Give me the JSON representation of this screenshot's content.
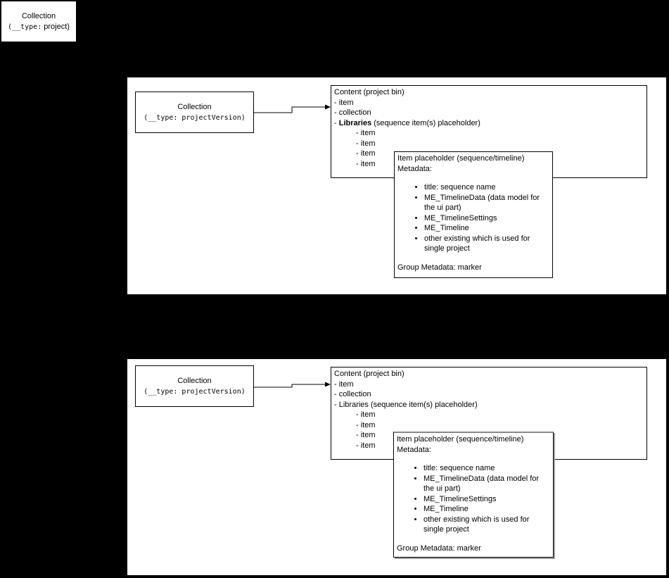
{
  "colors": {
    "canvas_bg": "#000000",
    "shape_fill": "#ffffff",
    "shape_border": "#000000",
    "shadow_gray": "#8c8c8c"
  },
  "project_box": {
    "title": "Collection",
    "type_mono": "(__type:",
    "type_rest": " project)"
  },
  "version_box": {
    "title": "Collection",
    "type_mono": "(__type: projectVersion)"
  },
  "content_box": {
    "title": "Content (project bin)",
    "items": [
      "- item",
      "- collection"
    ],
    "libraries_prefix": "- ",
    "libraries_name": "Libraries",
    "libraries_suffix": " (sequence item(s) placeholder)",
    "sub_items": [
      "- item",
      "- item",
      "- item",
      "- item"
    ]
  },
  "item_box": {
    "title": "Item placeholder (sequence/timeline)",
    "subtitle": "Metadata:",
    "bullets": [
      "title: sequence name",
      "ME_TimelineData (data model for the ui part)",
      "ME_TimelineSettings",
      "ME_Timeline",
      "other existing which is used for single project"
    ],
    "footer": "Group Metadata: marker"
  }
}
